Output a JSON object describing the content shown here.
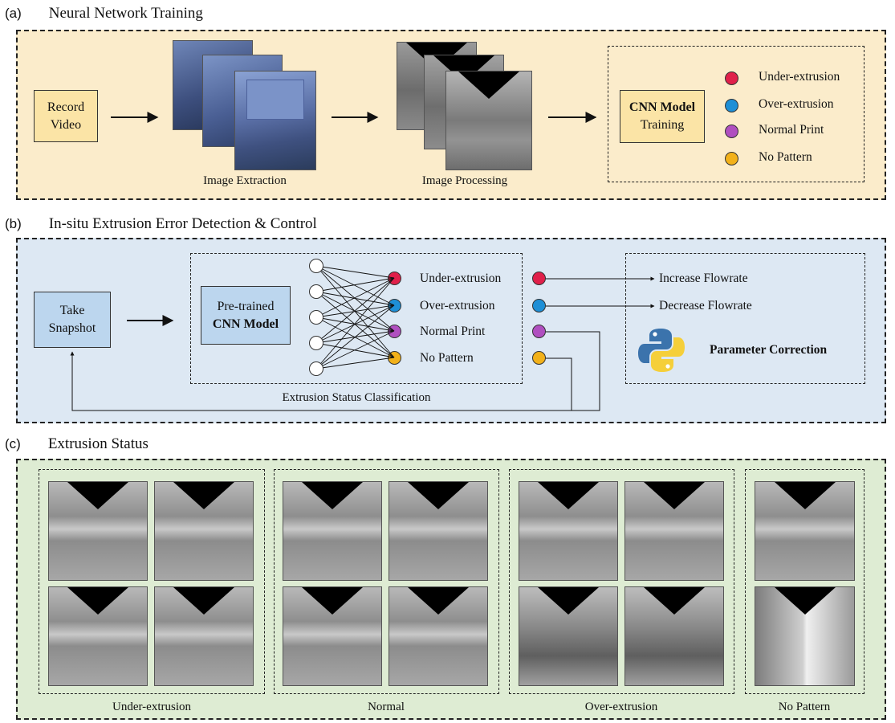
{
  "panel_a": {
    "tag": "(a)",
    "title": "Neural Network Training",
    "record_video": "Record Video",
    "image_extraction": "Image Extraction",
    "image_processing": "Image Processing",
    "cnn_training_bold": "CNN Model",
    "cnn_training_sub": "Training",
    "legend": [
      {
        "label": "Under-extrusion",
        "color": "#e0204a"
      },
      {
        "label": "Over-extrusion",
        "color": "#1e8fd6"
      },
      {
        "label": "Normal Print",
        "color": "#b04fc0"
      },
      {
        "label": "No Pattern",
        "color": "#f2b11a"
      }
    ]
  },
  "panel_b": {
    "tag": "(b)",
    "title": "In-situ Extrusion Error Detection & Control",
    "take_snapshot": "Take Snapshot",
    "pretrained": "Pre-trained",
    "cnn_model": "CNN Model",
    "classes": [
      {
        "label": "Under-extrusion",
        "color": "#e0204a"
      },
      {
        "label": "Over-extrusion",
        "color": "#1e8fd6"
      },
      {
        "label": "Normal Print",
        "color": "#b04fc0"
      },
      {
        "label": "No Pattern",
        "color": "#f2b11a"
      }
    ],
    "classification_label": "Extrusion Status Classification",
    "increase_flowrate": "Increase Flowrate",
    "decrease_flowrate": "Decrease Flowrate",
    "parameter_correction": "Parameter Correction",
    "python_icon": "python-logo-icon"
  },
  "panel_c": {
    "tag": "(c)",
    "title": "Extrusion Status",
    "captions": [
      "Under-extrusion",
      "Normal",
      "Over-extrusion",
      "No Pattern"
    ]
  },
  "colors": {
    "panel_a_bg": "#fbeccb",
    "panel_b_bg": "#dde8f3",
    "panel_c_bg": "#deecd3",
    "box_yellow": "#fbe4a6",
    "box_blue": "#bcd6ee"
  }
}
